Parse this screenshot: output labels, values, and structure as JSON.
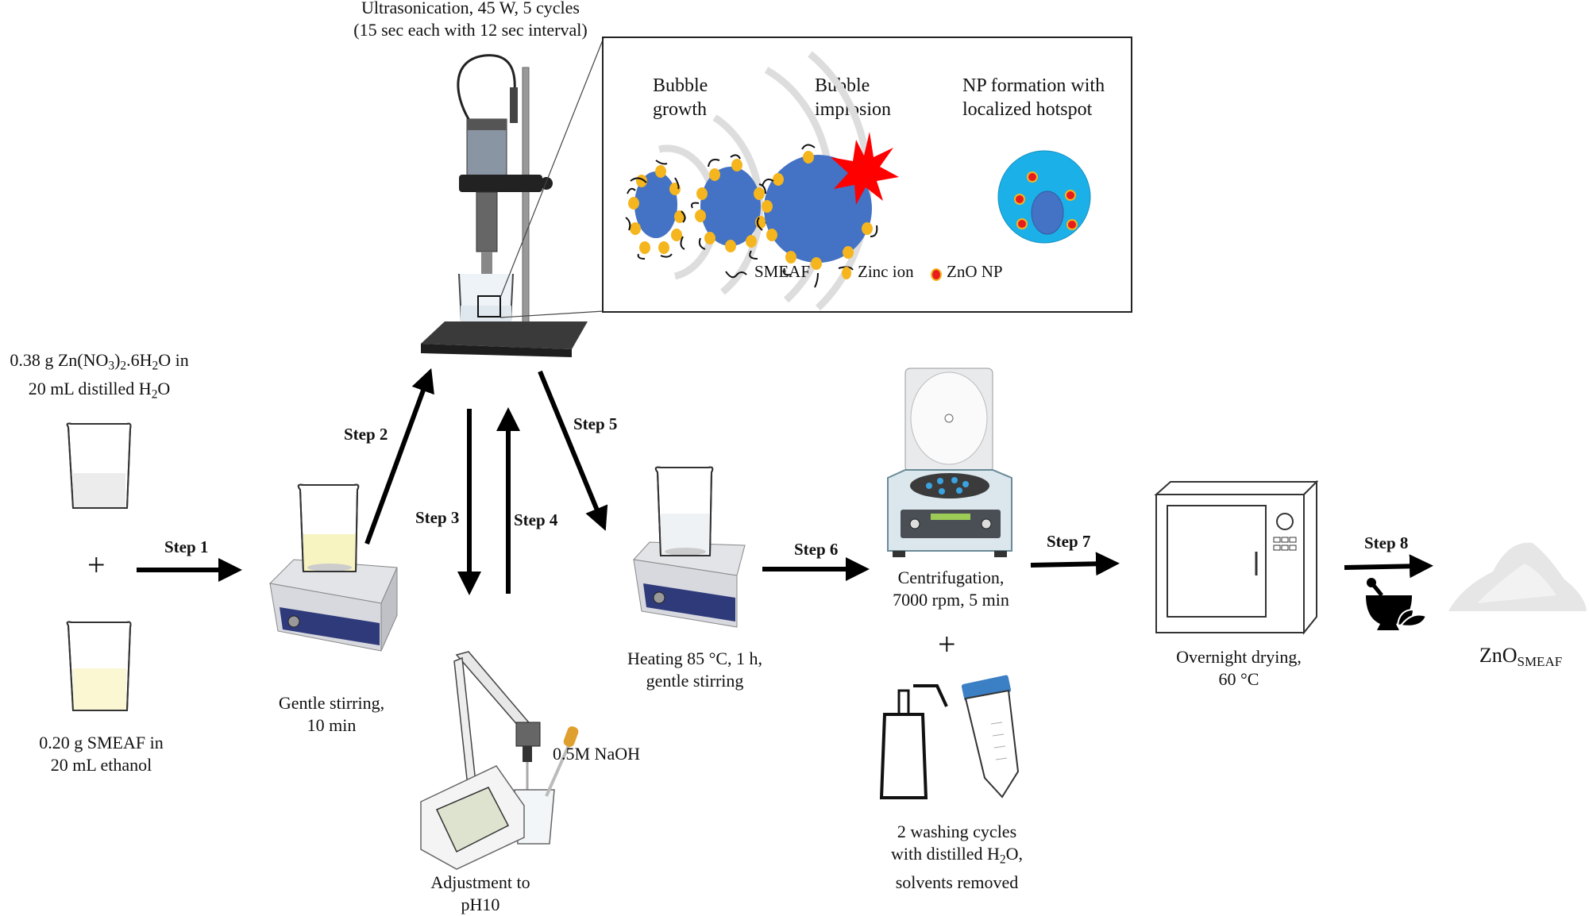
{
  "ultrasonication": {
    "line1": "Ultrasonication, 45 W, 5 cycles",
    "line2": "(15 sec each with 12 sec interval)"
  },
  "inset": {
    "stage1": {
      "line1": "Bubble",
      "line2": "growth"
    },
    "stage2": {
      "line1": "Bubble",
      "line2": "implosion"
    },
    "stage3": {
      "line1": "NP formation with",
      "line2": "localized hotspot"
    },
    "legend": {
      "smeaf": "SMEAF",
      "zinc_ion": "Zinc ion",
      "zno_np": "ZnO NP"
    },
    "colors": {
      "bubble": "#4472c4",
      "zinc": "#f5b51e",
      "explosion": "#ff0000",
      "hotspot": "#1cb0e8"
    }
  },
  "reagents": {
    "zinc_nitrate": {
      "line1_a": "0.38 g Zn(NO",
      "line1_sub1": "3",
      "line1_b": ")",
      "line1_sub2": "2",
      "line1_c": ".6H",
      "line1_sub3": "2",
      "line1_d": "O in",
      "line2_a": "20 mL distilled H",
      "line2_sub": "2",
      "line2_b": "O"
    },
    "plus": "+",
    "smeaf": {
      "line1": "0.20 g SMEAF in",
      "line2": "20 mL ethanol"
    }
  },
  "steps": {
    "s1": "Step 1",
    "s2": "Step 2",
    "s3": "Step 3",
    "s4": "Step 4",
    "s5": "Step 5",
    "s6": "Step 6",
    "s7": "Step 7",
    "s8": "Step 8"
  },
  "stages": {
    "stirring": {
      "line1": "Gentle stirring,",
      "line2": "10 min"
    },
    "ph": {
      "reagent": "0.5M NaOH",
      "line1": "Adjustment to",
      "line2": "pH10"
    },
    "heating": {
      "line1": "Heating 85 °C, 1 h,",
      "line2": "gentle stirring"
    },
    "centrifuge": {
      "line1": "Centrifugation,",
      "line2": "7000 rpm, 5 min"
    },
    "washing": {
      "plus": "+",
      "line1": "2 washing cycles",
      "line2_a": "with distilled H",
      "line2_sub": "2",
      "line2_b": "O,",
      "line3": "solvents removed"
    },
    "drying": {
      "line1": "Overnight drying,",
      "line2": "60 °C"
    },
    "product": {
      "main": "ZnO",
      "sub": "SMEAF"
    }
  }
}
